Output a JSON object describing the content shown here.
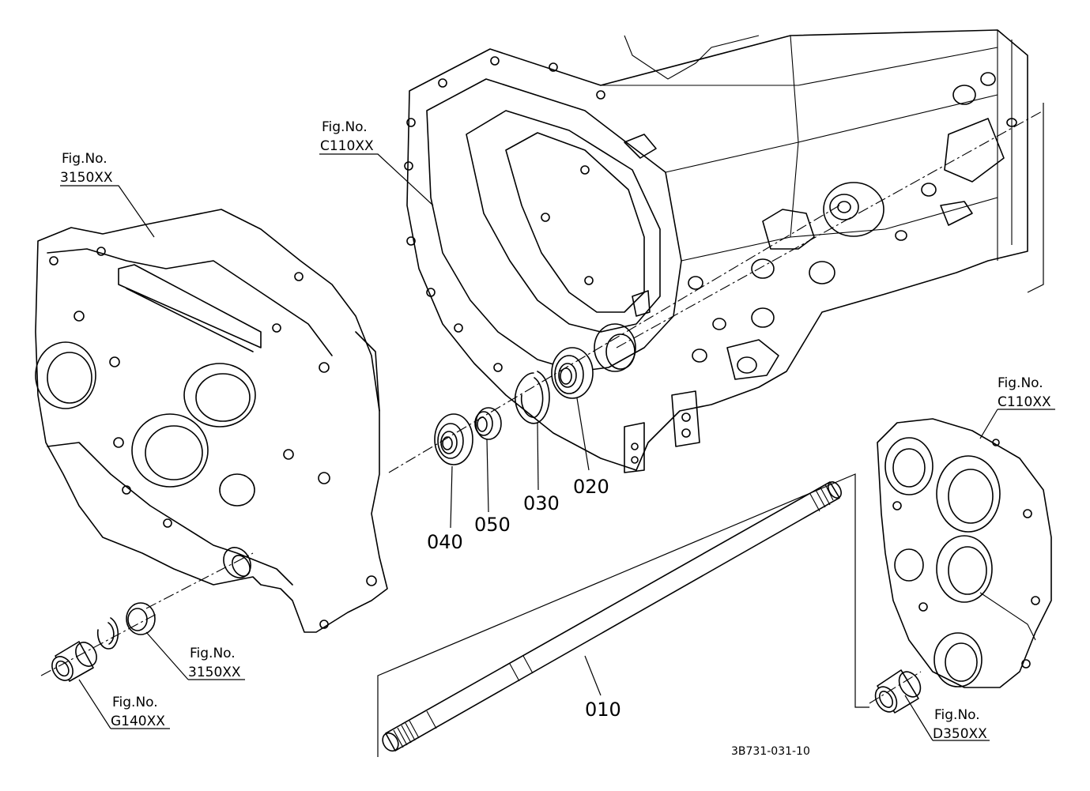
{
  "figure_refs": [
    {
      "id": "c110-top",
      "title": "Fig.No.",
      "code": "C110XX"
    },
    {
      "id": "3150-top",
      "title": "Fig.No.",
      "code": "3150XX"
    },
    {
      "id": "c110-right",
      "title": "Fig.No.",
      "code": "C110XX"
    },
    {
      "id": "3150-bottom",
      "title": "Fig.No.",
      "code": "3150XX"
    },
    {
      "id": "g140",
      "title": "Fig.No.",
      "code": "G140XX"
    },
    {
      "id": "d350",
      "title": "Fig.No.",
      "code": "D350XX"
    }
  ],
  "parts": [
    {
      "number": "010",
      "name_icon": "shaft-icon"
    },
    {
      "number": "020",
      "name_icon": "ball-bearing-icon"
    },
    {
      "number": "030",
      "name_icon": "snap-ring-icon"
    },
    {
      "number": "040",
      "name_icon": "ball-bearing-icon"
    },
    {
      "number": "050",
      "name_icon": "collar-icon"
    }
  ],
  "drawing_code": "3B731-031-10"
}
